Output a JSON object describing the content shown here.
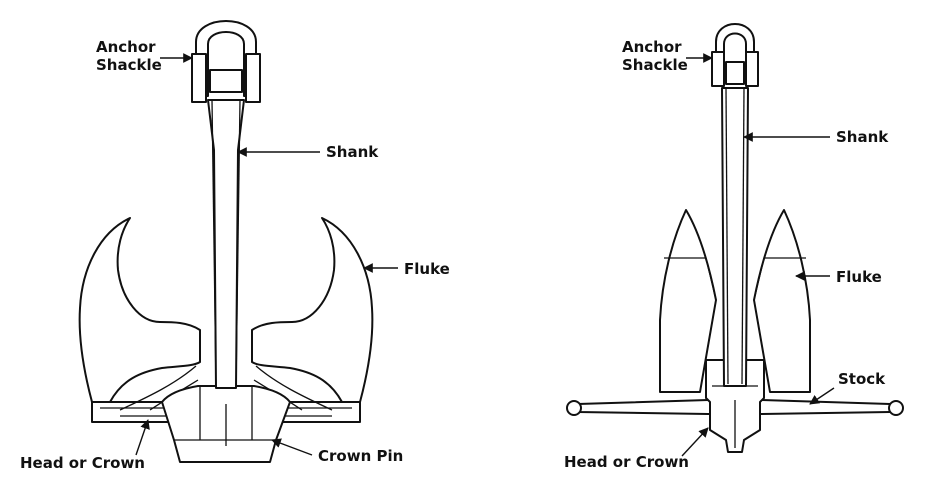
{
  "diagrams": [
    {
      "labels": {
        "shackle_line1": "Anchor",
        "shackle_line2": "Shackle",
        "shank": "Shank",
        "fluke": "Fluke",
        "head": "Head or Crown",
        "crown_pin": "Crown Pin"
      }
    },
    {
      "labels": {
        "shackle_line1": "Anchor",
        "shackle_line2": "Shackle",
        "shank": "Shank",
        "fluke": "Fluke",
        "stock": "Stock",
        "head": "Head or Crown"
      }
    }
  ],
  "colors": {
    "ink": "#111111",
    "background": "#ffffff"
  }
}
